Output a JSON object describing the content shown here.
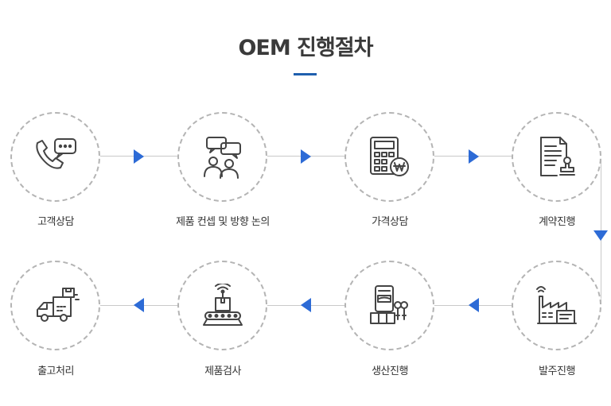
{
  "title": "OEM 진행절차",
  "colors": {
    "accent": "#2d6bd6",
    "underline": "#1f5fae",
    "line": "#c9c9c9",
    "icon_stroke": "#444444"
  },
  "steps": [
    {
      "label": "고객상담",
      "icon": "phone-chat-icon"
    },
    {
      "label": "제품 컨셉 및 방향 논의",
      "icon": "meeting-icon"
    },
    {
      "label": "가격상담",
      "icon": "calculator-won-icon"
    },
    {
      "label": "계약진행",
      "icon": "contract-stamp-icon"
    },
    {
      "label": "발주진행",
      "icon": "factory-icon"
    },
    {
      "label": "생산진행",
      "icon": "production-machine-icon"
    },
    {
      "label": "제품검사",
      "icon": "conveyor-inspection-icon"
    },
    {
      "label": "출고처리",
      "icon": "delivery-truck-icon"
    }
  ]
}
